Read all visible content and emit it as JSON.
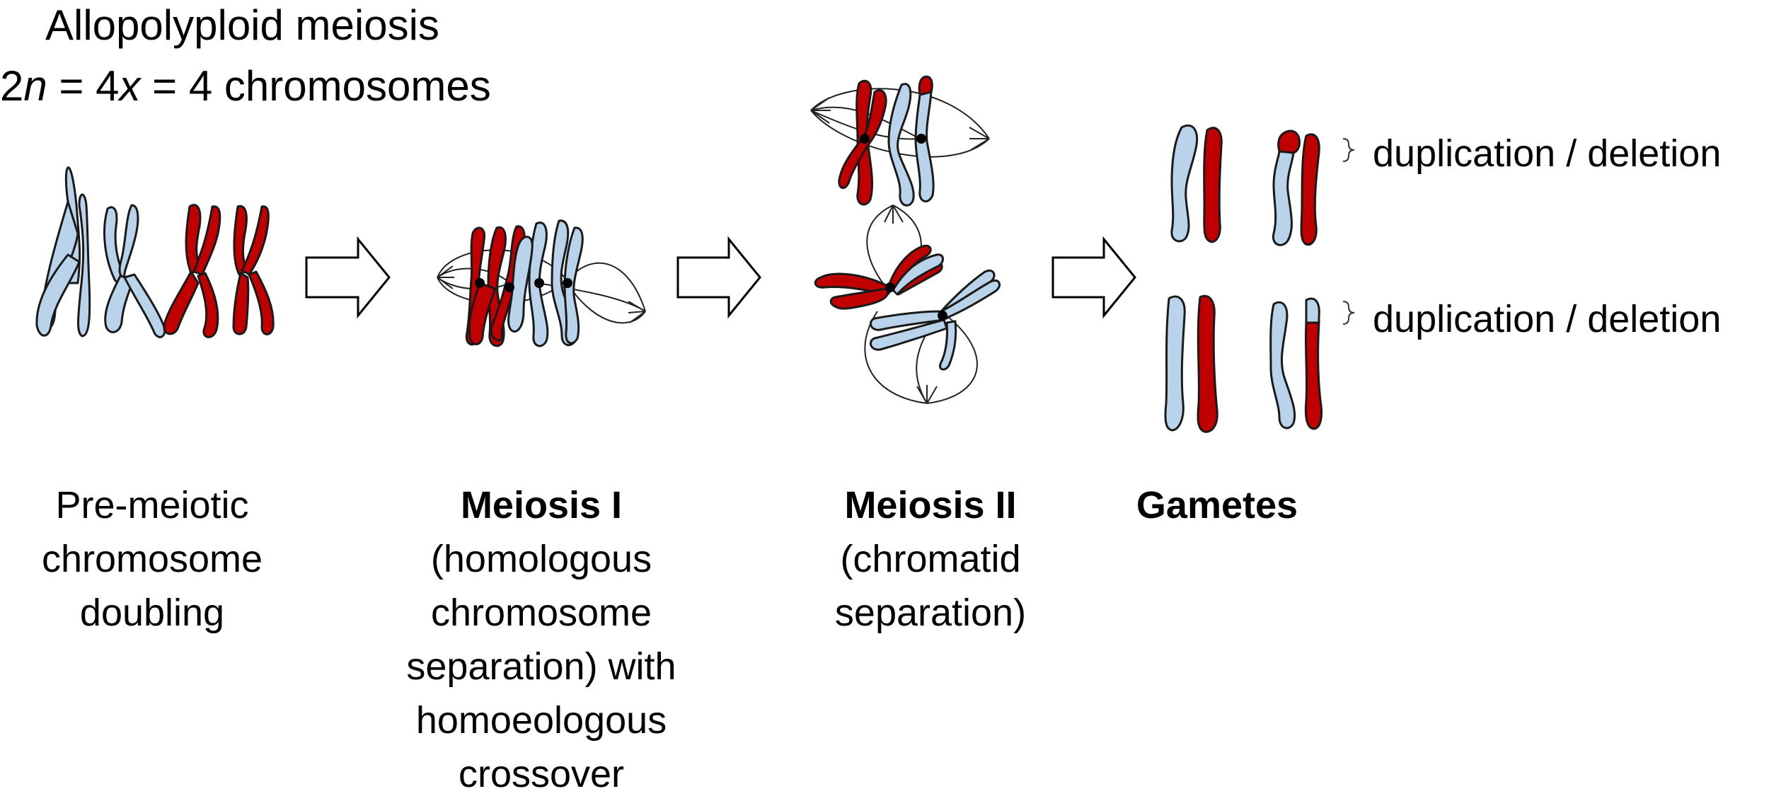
{
  "title": {
    "line1": "Allopolyploid meiosis",
    "line2_prefix": "2",
    "line2_n": "n",
    "line2_mid": " = 4",
    "line2_x": "x",
    "line2_suffix": " = 4 chromosomes"
  },
  "stages": [
    {
      "lines": [
        "Pre-meiotic",
        "chromosome",
        "doubling"
      ]
    },
    {
      "bold": "Meiosis I",
      "lines": [
        "(homologous",
        "chromosome",
        "separation) with",
        "homoeologous",
        "crossover"
      ]
    },
    {
      "bold": "Meiosis II",
      "lines": [
        "(chromatid",
        "separation)"
      ]
    },
    {
      "bold": "Gametes",
      "lines": []
    }
  ],
  "gamete_notes": [
    "duplication / deletion",
    "duplication / deletion"
  ],
  "colors": {
    "genome_a": "#b9d3ea",
    "genome_b": "#c00000",
    "outline": "#1a1a1a"
  }
}
